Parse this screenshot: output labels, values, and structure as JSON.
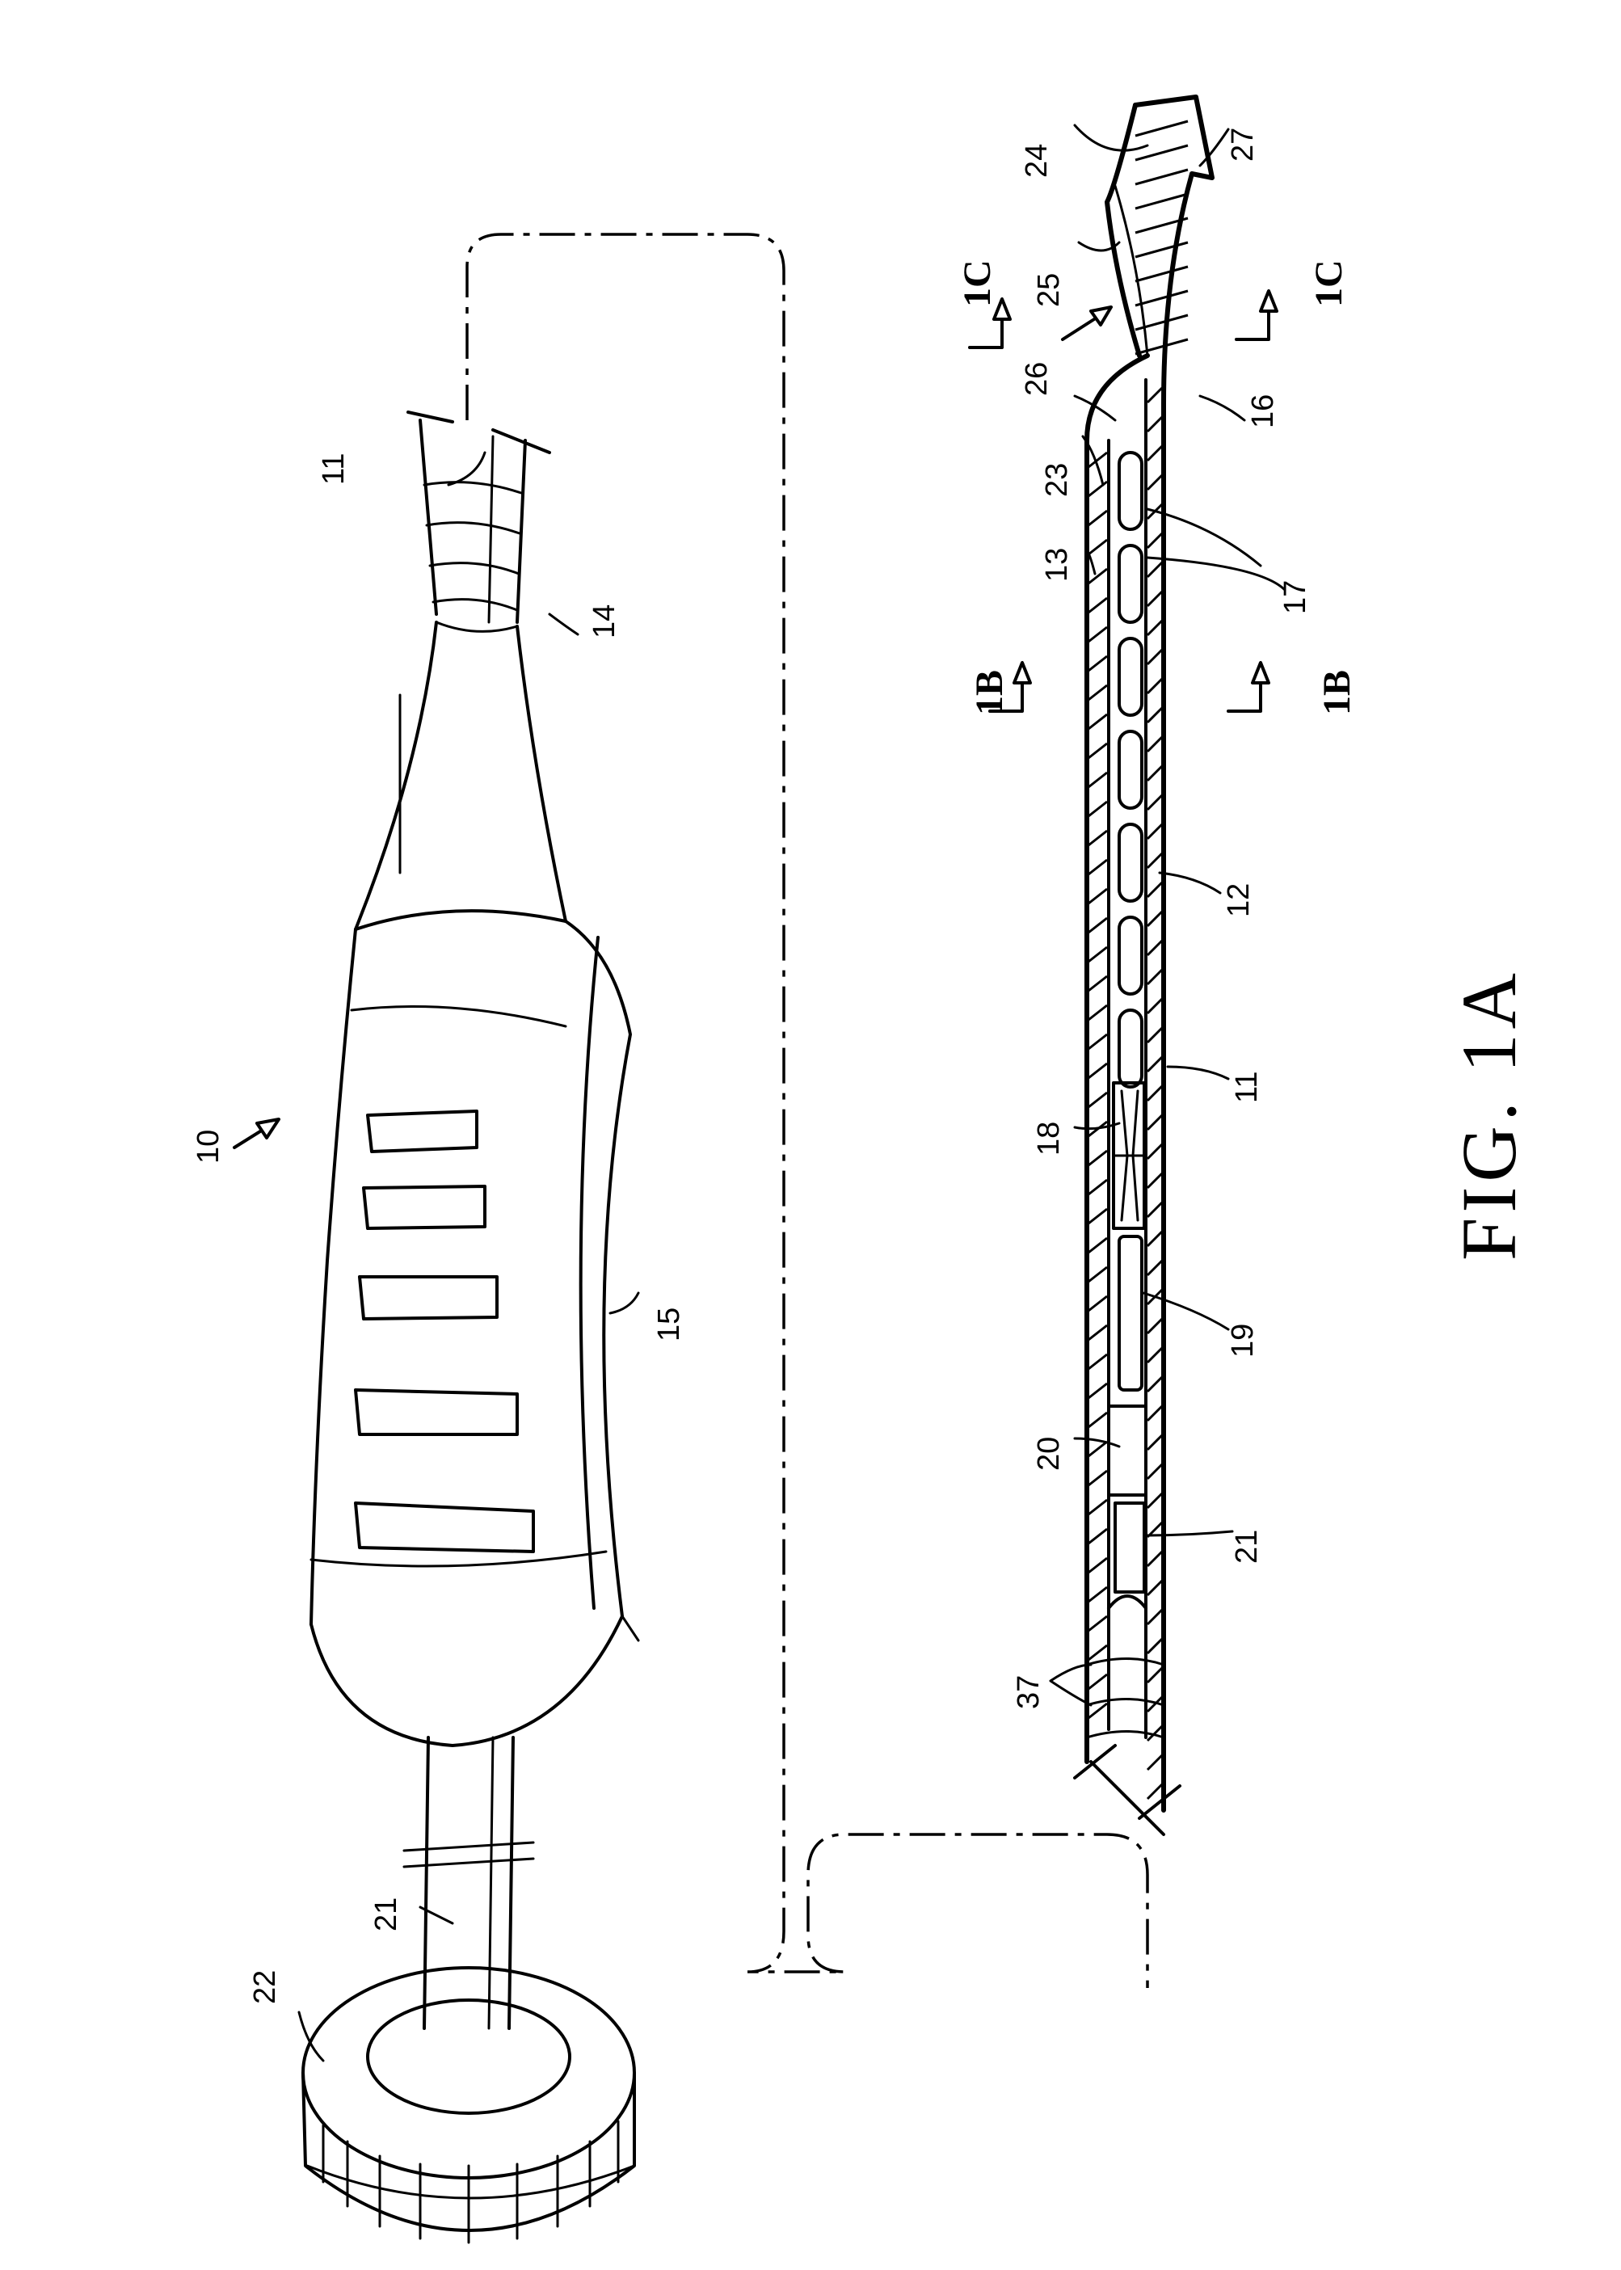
{
  "figure_title": "FIG. 1A",
  "reference_numerals": {
    "r10": "10",
    "r11a": "11",
    "r11b": "11",
    "r12": "12",
    "r13": "13",
    "r14": "14",
    "r15": "15",
    "r16": "16",
    "r17": "17",
    "r18": "18",
    "r19": "19",
    "r20": "20",
    "r21a": "21",
    "r21b": "21",
    "r22": "22",
    "r23": "23",
    "r24": "24",
    "r25": "25",
    "r26": "26",
    "r27": "27",
    "r37": "37"
  },
  "section_markers": {
    "s1b_left": "1B",
    "s1b_right": "1B",
    "s1c_left": "1C",
    "s1c_right": "1C"
  }
}
